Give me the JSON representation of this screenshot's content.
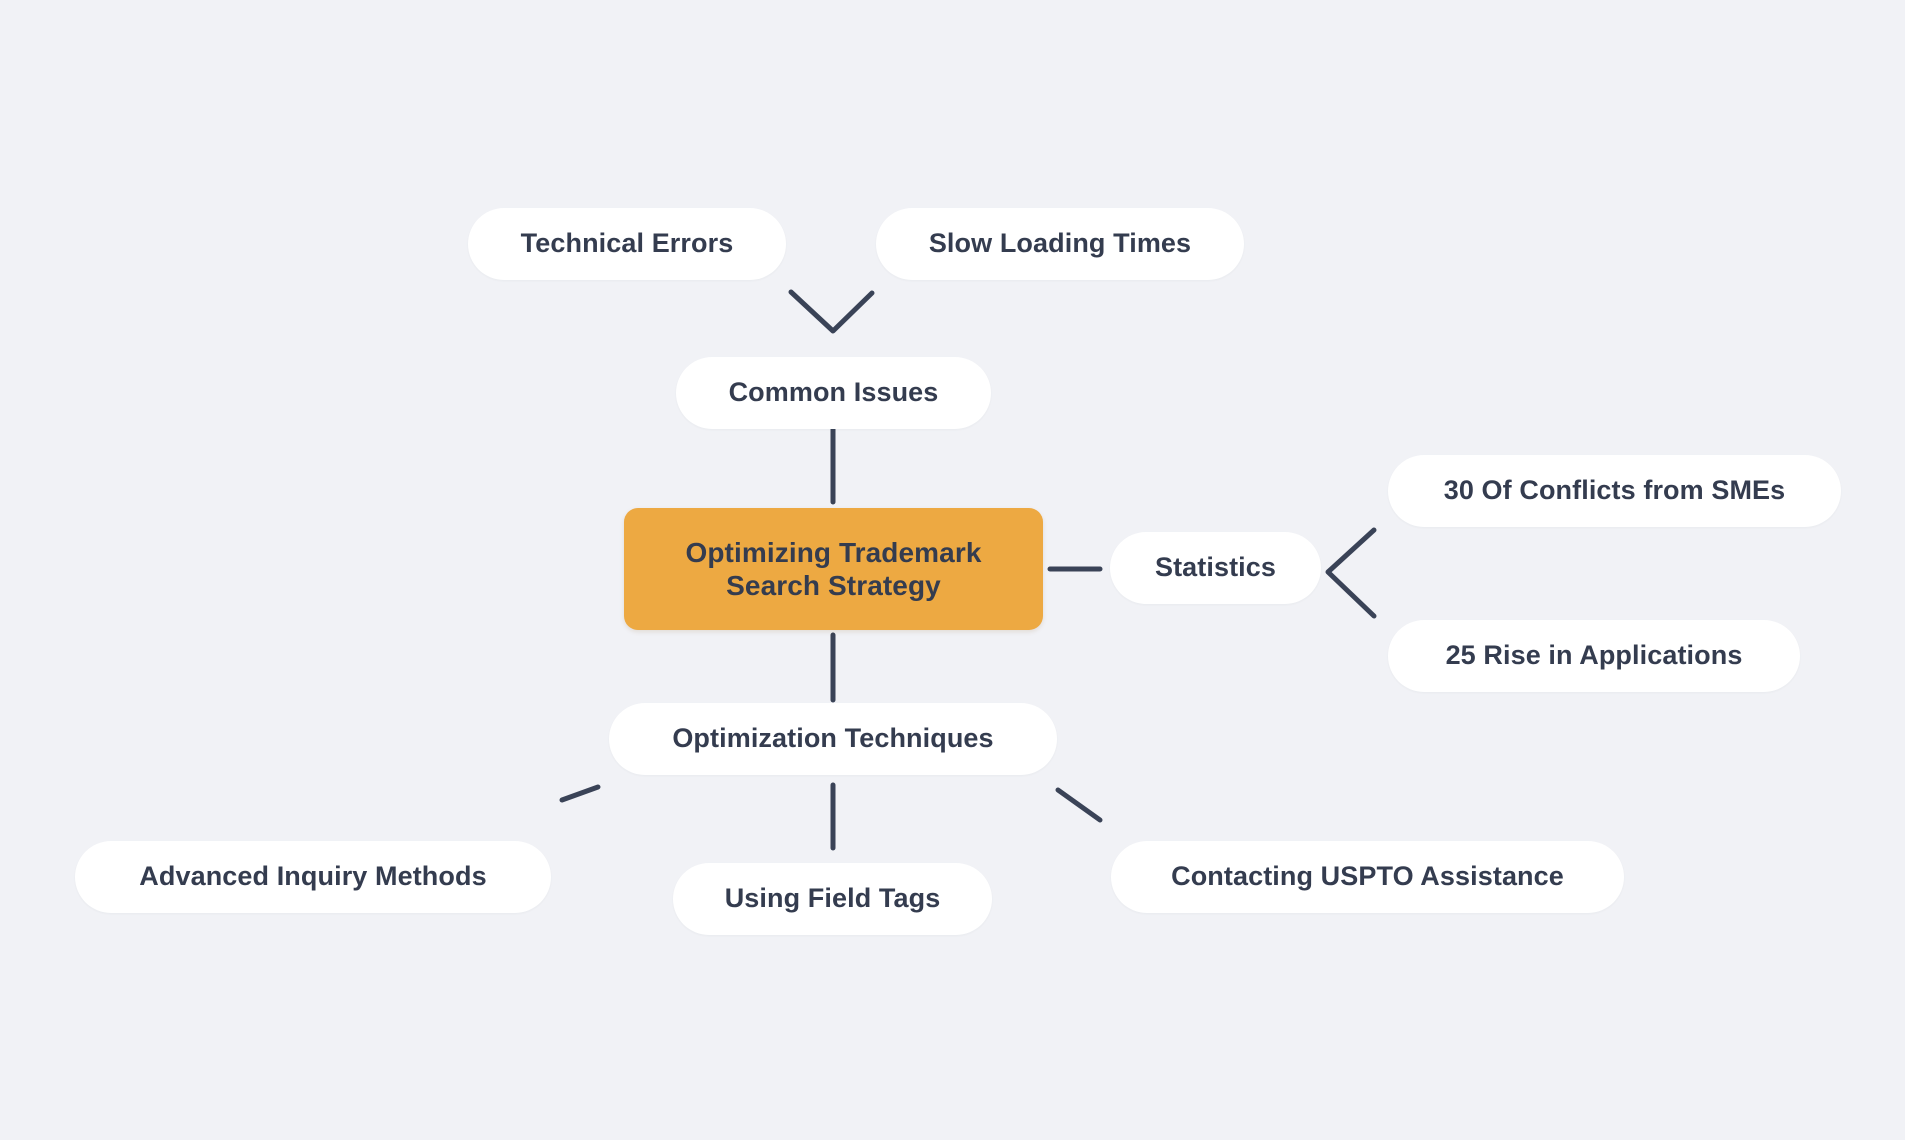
{
  "diagram": {
    "type": "mind-map",
    "title": "Optimizing Trademark Search Strategy",
    "background_color": "#f1f2f6",
    "root_color": "#eda942",
    "node_color": "#ffffff",
    "text_color": "#343c4f",
    "connector_color": "#3a4357"
  },
  "nodes": {
    "root": {
      "label": "Optimizing Trademark Search Strategy"
    },
    "common_issues": {
      "label": "Common Issues"
    },
    "technical_errors": {
      "label": "Technical Errors"
    },
    "slow_loading_times": {
      "label": "Slow Loading Times"
    },
    "statistics": {
      "label": "Statistics"
    },
    "conflicts_smes": {
      "label": "30 Of Conflicts from SMEs"
    },
    "rise_applications": {
      "label": "25 Rise in Applications"
    },
    "optimization_techniques": {
      "label": "Optimization Techniques"
    },
    "advanced_inquiry": {
      "label": "Advanced Inquiry Methods"
    },
    "field_tags": {
      "label": "Using Field Tags"
    },
    "uspto_assistance": {
      "label": "Contacting USPTO Assistance"
    }
  },
  "edges": [
    {
      "from": "common_issues",
      "to": "root"
    },
    {
      "from": "technical_errors",
      "to": "common_issues"
    },
    {
      "from": "slow_loading_times",
      "to": "common_issues"
    },
    {
      "from": "root",
      "to": "statistics"
    },
    {
      "from": "statistics",
      "to": "conflicts_smes"
    },
    {
      "from": "statistics",
      "to": "rise_applications"
    },
    {
      "from": "root",
      "to": "optimization_techniques"
    },
    {
      "from": "optimization_techniques",
      "to": "advanced_inquiry"
    },
    {
      "from": "optimization_techniques",
      "to": "field_tags"
    },
    {
      "from": "optimization_techniques",
      "to": "uspto_assistance"
    }
  ]
}
